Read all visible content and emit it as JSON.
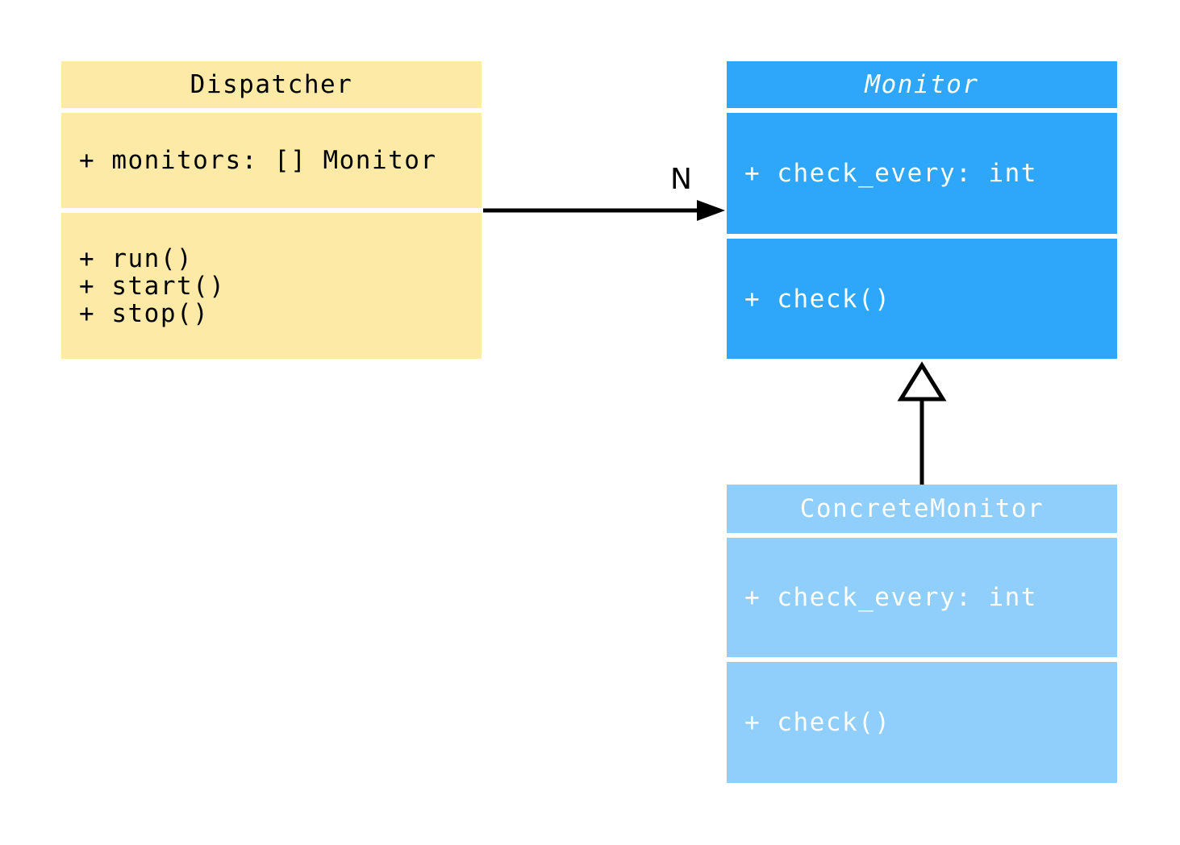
{
  "diagram": {
    "background_color": "#FFFFFF",
    "line_color": "#000000",
    "classes": [
      {
        "name": "Dispatcher",
        "italic_title": false,
        "attributes": [
          "+ monitors: [] Monitor"
        ],
        "methods": [
          "+ run()",
          "+ start()",
          "+ stop()"
        ],
        "fill": "#FCEAA6",
        "text_color": "#000000"
      },
      {
        "name": "Monitor",
        "italic_title": true,
        "attributes": [
          "+ check_every: int"
        ],
        "methods": [
          "+ check()"
        ],
        "fill": "#2EA7FA",
        "text_color": "#FFFFFF"
      },
      {
        "name": "ConcreteMonitor",
        "italic_title": false,
        "attributes": [
          "+ check_every: int"
        ],
        "methods": [
          "+ check()"
        ],
        "fill": "#90CEFB",
        "text_color": "#FFFFFF"
      }
    ],
    "relations": [
      {
        "type": "association",
        "from": "Dispatcher",
        "to": "Monitor",
        "label": "N"
      },
      {
        "type": "inheritance",
        "from": "ConcreteMonitor",
        "to": "Monitor",
        "label": ""
      }
    ]
  }
}
